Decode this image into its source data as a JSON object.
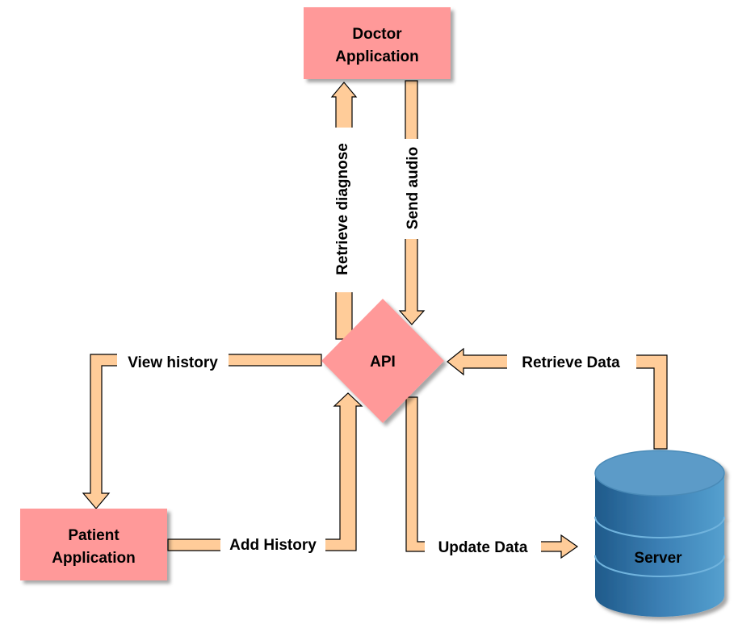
{
  "nodes": {
    "doctor_line1": "Doctor",
    "doctor_line2": "Application",
    "patient_line1": "Patient",
    "patient_line2": "Application",
    "api": "API",
    "server": "Server"
  },
  "edges": {
    "retrieve_diagnose": "Retrieve diagnose",
    "send_audio": "Send audio",
    "view_history": "View history",
    "retrieve_data": "Retrieve Data",
    "add_history": "Add History",
    "update_data": "Update Data"
  },
  "colors": {
    "box_fill": "#ff9999",
    "arrow_fill": "#ffcc99",
    "arrow_stroke": "#000000",
    "server_top": "#5b9bc8",
    "server_side": "#2e6a9b"
  }
}
